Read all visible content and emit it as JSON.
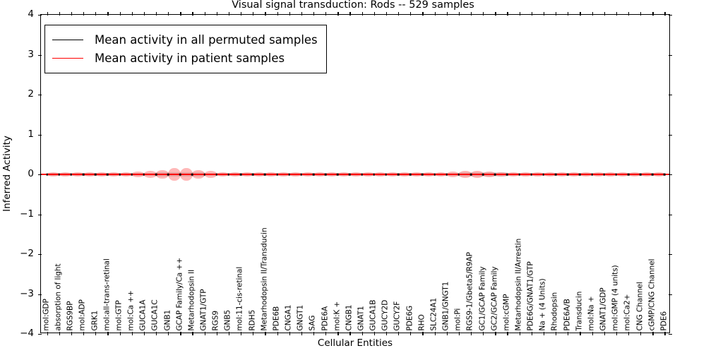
{
  "chart_data": {
    "type": "line",
    "title": "Visual signal transduction: Rods -- 529 samples",
    "xlabel": "Cellular Entities",
    "ylabel": "Inferred Activity",
    "ylim": [
      -4,
      4
    ],
    "yticks": [
      "4",
      "3",
      "2",
      "1",
      "0",
      "-1",
      "-2",
      "-3",
      "-4"
    ],
    "grid": false,
    "legend_position": "upper left",
    "legend": [
      {
        "label": "Mean activity in all permuted samples",
        "color": "#000000"
      },
      {
        "label": "Mean activity in patient samples",
        "color": "#ff0000"
      }
    ],
    "categories": [
      "mol:GDP",
      "absorption of light",
      "RGS9BP",
      "mol:ADP",
      "GRK1",
      "mol:all-trans-retinal",
      "mol:GTP",
      "mol:Ca ++",
      "GUCA1A",
      "GUCA1C",
      "GNB1",
      "GCAP Family/Ca ++",
      "Metarhodopsin II",
      "GNAT1/GTP",
      "RGS9",
      "GNB5",
      "mol:11-cis-retinal",
      "RDH5",
      "Metarhodopsin II/Transducin",
      "PDE6B",
      "CNGA1",
      "GNGT1",
      "SAG",
      "PDE6A",
      "mol:K +",
      "CNGB1",
      "GNAT1",
      "GUCA1B",
      "GUCY2D",
      "GUCY2F",
      "PDE6G",
      "RHO",
      "SLC24A1",
      "GNB1/GNGT1",
      "mol:Pi",
      "RGS9-1/Gbeta5/R9AP",
      "GC1/GCAP Family",
      "GC2/GCAP Family",
      "mol:cGMP",
      "Metarhodopsin II/Arrestin",
      "PDE6G/GNAT1/GTP",
      "Na + (4 Units)",
      "Rhodopsin",
      "PDE6A/B",
      "Transducin",
      "mol:Na +",
      "GNAT1/GDP",
      "mol:GMP (4 units)",
      "mol:Ca2+",
      "CNG Channel",
      "cGMP/CNG Channel",
      "PDE6"
    ],
    "series": [
      {
        "name": "Mean activity in all permuted samples",
        "color": "#000000",
        "values": [
          0,
          0,
          0,
          0,
          0,
          0,
          0,
          0,
          0,
          0,
          0,
          0,
          0,
          0,
          0,
          0,
          0,
          0,
          0,
          0,
          0,
          0,
          0,
          0,
          0,
          0,
          0,
          0,
          0,
          0,
          0,
          0,
          0,
          0,
          0,
          0,
          0,
          0,
          0,
          0,
          0,
          0,
          0,
          0,
          0,
          0,
          0,
          0,
          0,
          0,
          0,
          0
        ],
        "band_halfwidth": [
          0.04,
          0.04,
          0.04,
          0.04,
          0.04,
          0.04,
          0.04,
          0.04,
          0.04,
          0.04,
          0.05,
          0.06,
          0.05,
          0.04,
          0.04,
          0.04,
          0.04,
          0.04,
          0.04,
          0.04,
          0.04,
          0.04,
          0.04,
          0.04,
          0.04,
          0.04,
          0.04,
          0.04,
          0.04,
          0.04,
          0.04,
          0.04,
          0.04,
          0.04,
          0.04,
          0.05,
          0.05,
          0.05,
          0.04,
          0.04,
          0.04,
          0.04,
          0.04,
          0.04,
          0.04,
          0.04,
          0.04,
          0.04,
          0.04,
          0.04,
          0.04,
          0.04
        ]
      },
      {
        "name": "Mean activity in patient samples",
        "color": "#ff0000",
        "values": [
          0,
          0,
          0,
          0,
          0,
          0,
          0,
          0,
          0,
          0,
          0,
          0,
          0,
          0,
          0,
          0,
          0,
          0,
          0,
          0,
          0,
          0,
          0,
          0,
          0,
          0,
          0,
          0,
          0,
          0,
          0,
          0,
          0,
          0,
          0,
          0,
          0,
          0,
          0,
          0,
          0,
          0,
          0,
          0,
          0,
          0,
          0,
          0,
          0,
          0,
          0,
          0
        ],
        "band_halfwidth": [
          0.05,
          0.05,
          0.05,
          0.05,
          0.05,
          0.05,
          0.05,
          0.06,
          0.07,
          0.09,
          0.14,
          0.19,
          0.14,
          0.09,
          0.07,
          0.05,
          0.05,
          0.05,
          0.05,
          0.05,
          0.05,
          0.05,
          0.05,
          0.05,
          0.05,
          0.05,
          0.05,
          0.05,
          0.05,
          0.05,
          0.05,
          0.05,
          0.05,
          0.06,
          0.08,
          0.11,
          0.08,
          0.06,
          0.05,
          0.05,
          0.05,
          0.05,
          0.05,
          0.05,
          0.05,
          0.05,
          0.05,
          0.05,
          0.05,
          0.05,
          0.05,
          0.05
        ]
      }
    ]
  }
}
